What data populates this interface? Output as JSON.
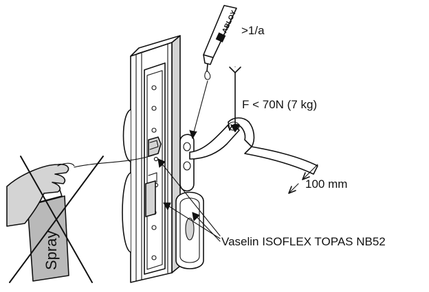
{
  "labels": {
    "oil_frequency": ">1/a",
    "force": "F < 70N (7 kg)",
    "distance": "100 mm",
    "lubricant": "Vaselin ISOFLEX TOPAS NB52",
    "spray": "Spray",
    "brand": "ABLOY"
  },
  "icons": [
    "oil-bottle-icon",
    "spray-can-icon",
    "prohibited-cross-icon"
  ]
}
